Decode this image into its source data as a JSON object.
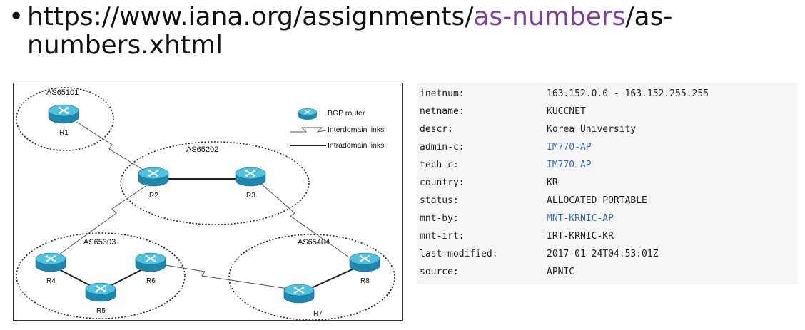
{
  "bullet": {
    "dot": "•",
    "line1_prefix": "https://www.iana.org/assignments/",
    "line1_link": "as-numbers",
    "line1_suffix": "/as-",
    "line2": "numbers.xhtml"
  },
  "diagram": {
    "as_labels": [
      "AS65101",
      "AS65202",
      "AS65303",
      "AS65404"
    ],
    "routers": [
      "R1",
      "R2",
      "R3",
      "R4",
      "R5",
      "R6",
      "R7",
      "R8"
    ],
    "legend": {
      "bgp_router": "BGP router",
      "interdomain": "Interdomain links",
      "intradomain": "Intradomain links"
    }
  },
  "whois": {
    "rows": [
      {
        "key": "inetnum:",
        "value": "163.152.0.0 - 163.152.255.255",
        "link": false
      },
      {
        "key": "netname:",
        "value": "KUCCNET",
        "link": false
      },
      {
        "key": "descr:",
        "value": "Korea University",
        "link": false
      },
      {
        "key": "admin-c:",
        "value": "IM770-AP",
        "link": true
      },
      {
        "key": "tech-c:",
        "value": "IM770-AP",
        "link": true
      },
      {
        "key": "country:",
        "value": "KR",
        "link": false
      },
      {
        "key": "status:",
        "value": "ALLOCATED PORTABLE",
        "link": false
      },
      {
        "key": "mnt-by:",
        "value": "MNT-KRNIC-AP",
        "link": true
      },
      {
        "key": "mnt-irt:",
        "value": "IRT-KRNIC-KR",
        "link": false
      },
      {
        "key": "last-modified:",
        "value": "2017-01-24T04:53:01Z",
        "link": false
      },
      {
        "key": "source:",
        "value": "APNIC",
        "link": false
      }
    ]
  },
  "colors": {
    "link_purple": "#7b3fa0",
    "link_blue": "#3a6fb0",
    "router_blue": "#2f9fc4"
  }
}
